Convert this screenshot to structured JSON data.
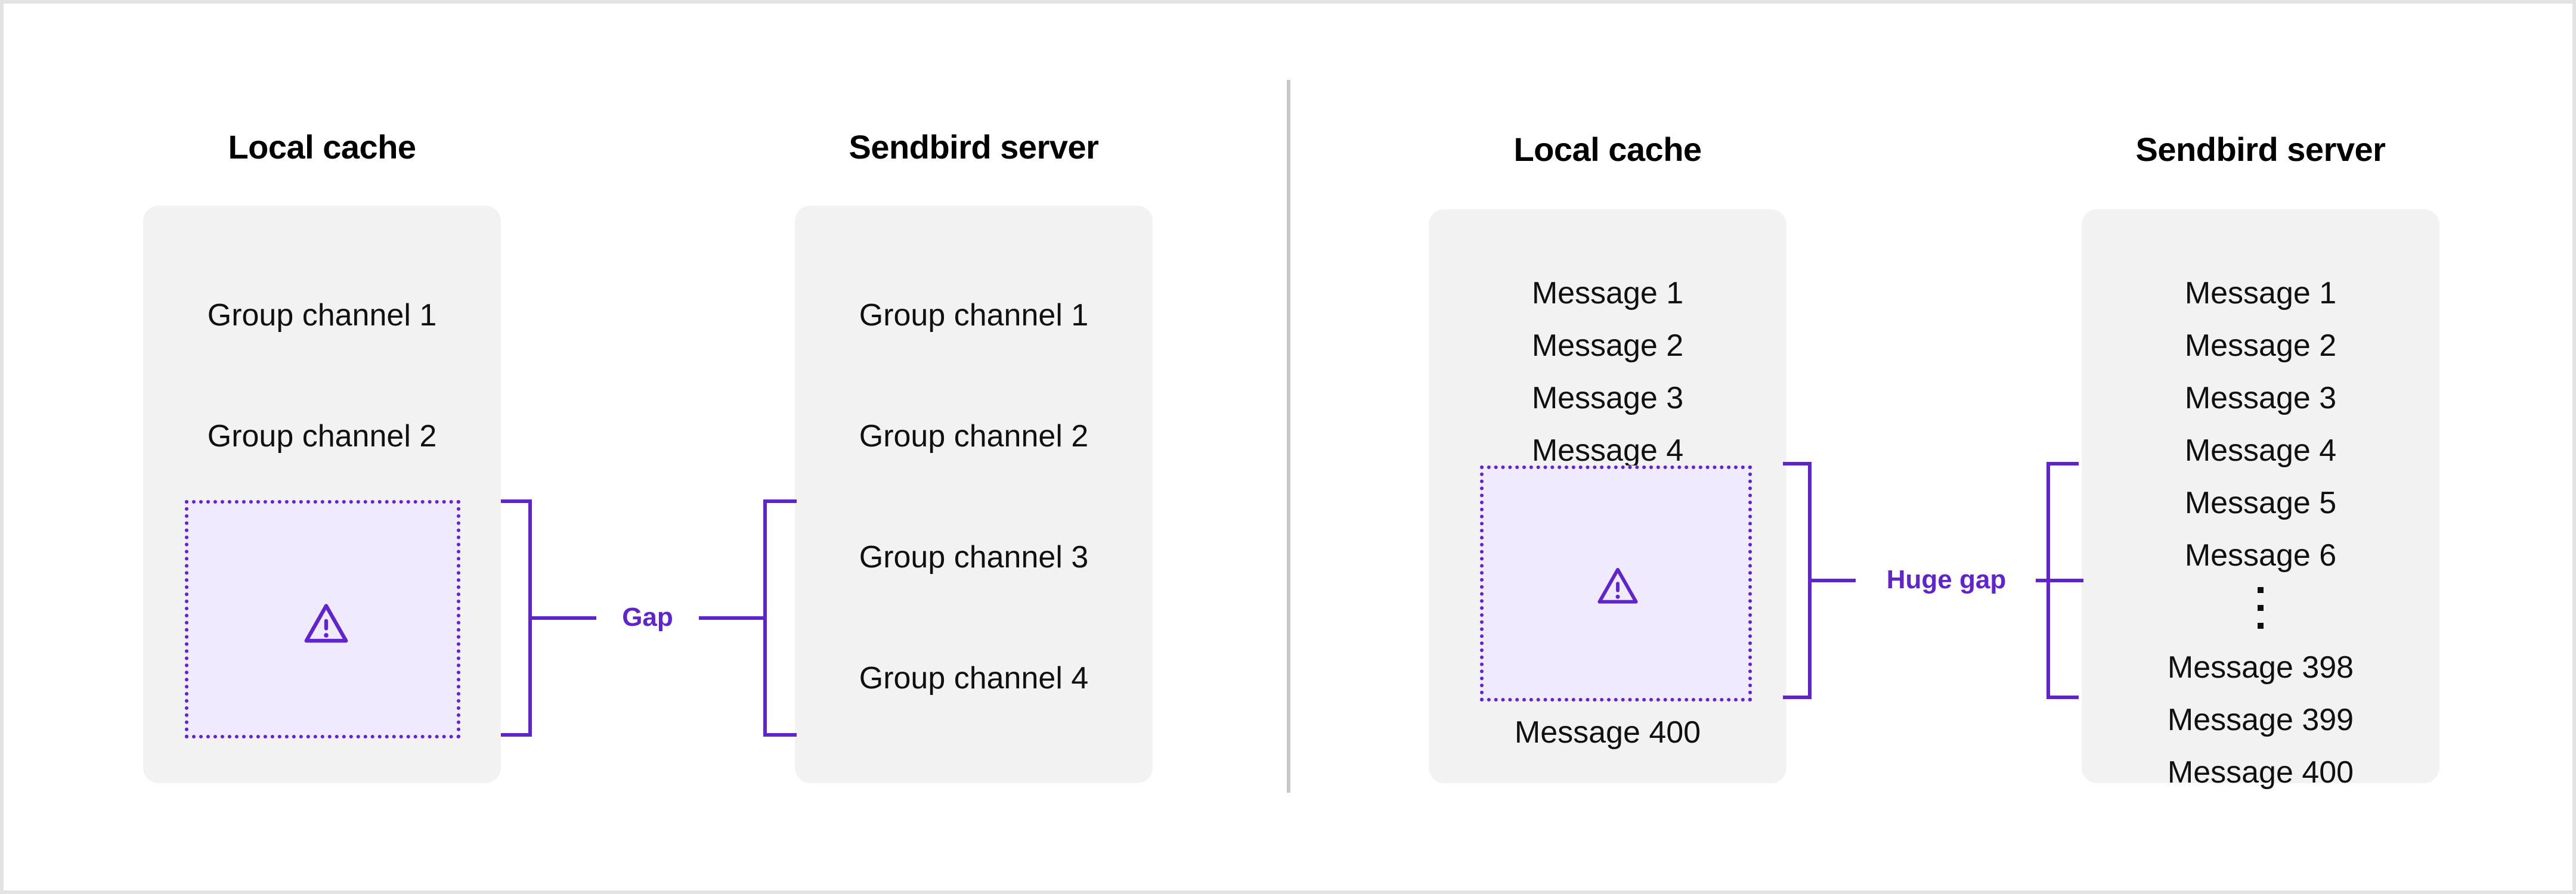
{
  "theme": {
    "accent_purple": "#6024cc",
    "gap_fill": "#efeafe",
    "card_bg": "#f2f2f2",
    "page_bg": "#ffffff",
    "outer_border": "#e3e3e3",
    "divider": "#c8c8c8",
    "text": "#101010"
  },
  "diagram": {
    "left_scenario": {
      "local_cache": {
        "title": "Local cache",
        "rows": [
          "Group channel 1",
          "Group channel 2"
        ],
        "gap_placeholder": {
          "icon": "warning-triangle-icon"
        }
      },
      "server": {
        "title": "Sendbird server",
        "rows": [
          "Group channel 1",
          "Group channel 2",
          "Group channel 3",
          "Group channel 4"
        ]
      },
      "gap_label": "Gap"
    },
    "right_scenario": {
      "local_cache": {
        "title": "Local cache",
        "rows_before": [
          "Message 1",
          "Message 2",
          "Message 3",
          "Message 4"
        ],
        "gap_placeholder": {
          "icon": "warning-triangle-icon"
        },
        "rows_after": [
          "Message 400"
        ]
      },
      "server": {
        "title": "Sendbird server",
        "rows": [
          "Message 1",
          "Message 2",
          "Message 3",
          "Message 4",
          "Message 5",
          "Message 6"
        ],
        "ellipsis": "vertical-ellipsis",
        "rows_tail": [
          "Message 398",
          "Message 399",
          "Message 400"
        ]
      },
      "gap_label": "Huge gap"
    }
  }
}
